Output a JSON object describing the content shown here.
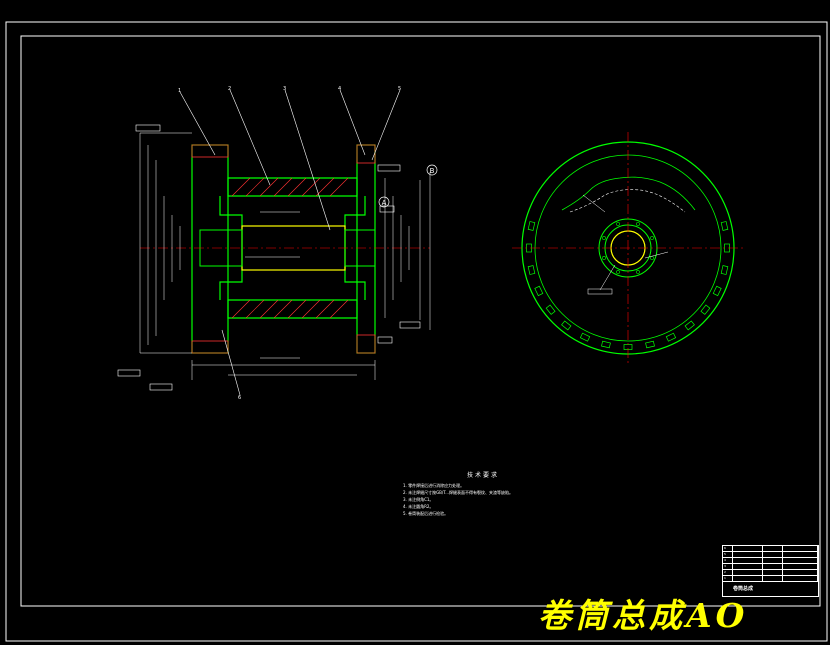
{
  "colors": {
    "background": "#000000",
    "border": "#ffffff",
    "outline": "#00ff00",
    "center_line": "#ff0000",
    "hatch": "#ff0000",
    "leader": "#ffffff",
    "highlight": "#ffff00",
    "dimension": "#ffffff"
  },
  "technical_notes": {
    "title": "技术要求",
    "items": [
      "1. 零件焊接后进行消除应力处理。",
      "2. 未注焊缝尺寸按GB/T...焊缝表面不得有裂纹、夹渣等缺陷。",
      "3. 未注倒角C1。",
      "4. 未注圆角R2。",
      "5. 卷筒装配后进行检验。"
    ]
  },
  "part_labels": [
    "1",
    "2",
    "3",
    "4",
    "5",
    "6"
  ],
  "datum_labels": [
    "A",
    "B"
  ],
  "title_block": {
    "name": "卷筒总成",
    "rows": [
      [
        "6",
        "",
        "",
        ""
      ],
      [
        "5",
        "",
        "",
        ""
      ],
      [
        "4",
        "",
        "",
        ""
      ],
      [
        "3",
        "",
        "",
        ""
      ],
      [
        "2",
        "",
        "",
        ""
      ],
      [
        "1",
        "",
        "",
        ""
      ]
    ]
  },
  "watermark": "卷筒总成AO"
}
